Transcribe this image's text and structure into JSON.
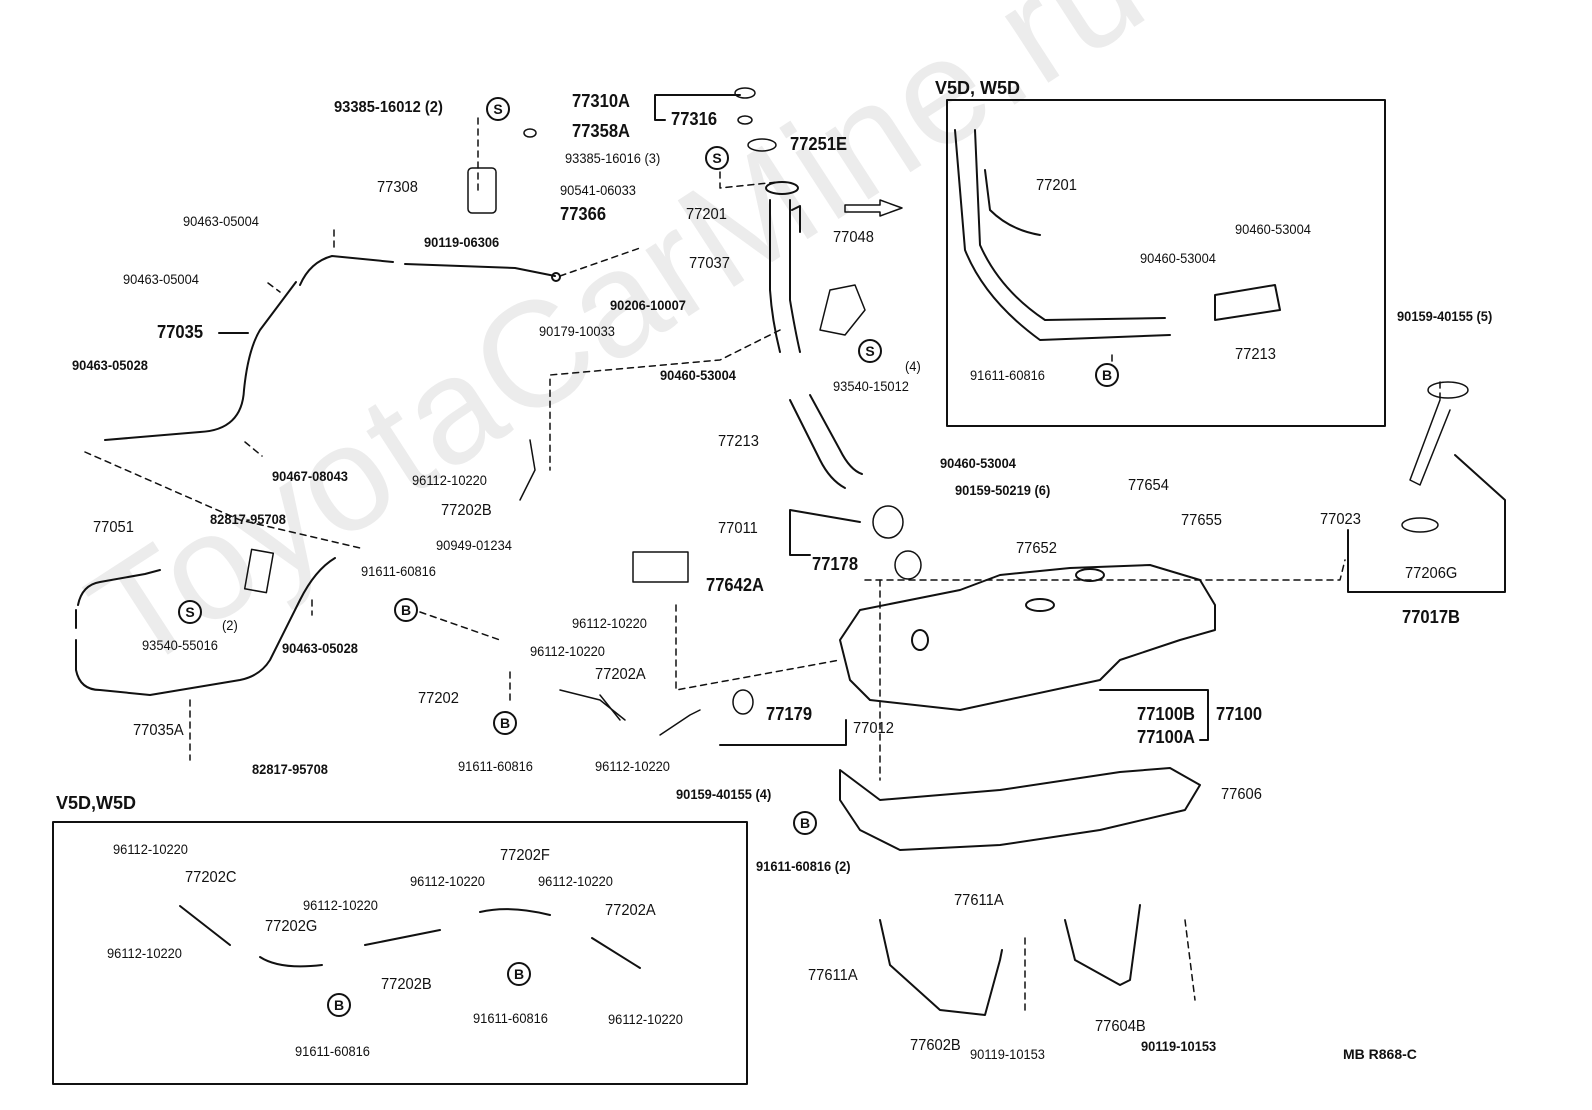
{
  "diagram": {
    "title_ref": "MB  R868-C",
    "watermark": "ToyotaCarMine.ru",
    "symbols": {
      "s": "S",
      "b": "B"
    },
    "inset_top_right": {
      "title": "V5D, W5D",
      "labels": [
        "77201",
        "90460-53004",
        "90460-53004",
        "77213",
        "91611-60816"
      ]
    },
    "inset_bottom_left": {
      "title": "V5D,W5D",
      "labels": [
        "96112-10220",
        "77202C",
        "96112-10220",
        "77202G",
        "96112-10220",
        "77202B",
        "96112-10220",
        "77202F",
        "96112-10220",
        "77202A",
        "96112-10220",
        "91611-60816",
        "91611-60816"
      ]
    },
    "main_labels": {
      "l93385_16012": "93385-16012 (2)",
      "l77358A": "77358A",
      "l77308": "77308",
      "l90541_06033": "90541-06033",
      "l77366": "77366",
      "l90119_06306": "90119-06306",
      "l77310A": "77310A",
      "l77316": "77316",
      "l77251E": "77251E",
      "l93385_16016": "93385-16016 (3)",
      "l77201": "77201",
      "l77048": "77048",
      "l77037": "77037",
      "l90206_10007": "90206-10007",
      "l90179_10033": "90179-10033",
      "l90463_05004a": "90463-05004",
      "l90463_05004b": "90463-05004",
      "l77035": "77035",
      "l90463_05028a": "90463-05028",
      "l90467_08043": "90467-08043",
      "l77051": "77051",
      "l82817_95708a": "82817-95708",
      "l93540_55016": "93540-55016",
      "l93540_55016_qty": "(2)",
      "l90463_05028b": "90463-05028",
      "l77035A": "77035A",
      "l82817_95708b": "82817-95708",
      "l90460_53004a": "90460-53004",
      "l93540_15012": "93540-15012",
      "l93540_15012_qty": "(4)",
      "l77213": "77213",
      "l90460_53004b": "90460-53004",
      "l90159_50219": "90159-50219 (6)",
      "l77011": "77011",
      "l77178": "77178",
      "l77652": "77652",
      "l77654": "77654",
      "l77655": "77655",
      "l77642A": "77642A",
      "l96112_10220a": "96112-10220",
      "l77202B": "77202B",
      "l90949_01234": "90949-01234",
      "l91611_60816a": "91611-60816",
      "l96112_10220b": "96112-10220",
      "l96112_10220c": "96112-10220",
      "l77202A": "77202A",
      "l77202": "77202",
      "l91611_60816b": "91611-60816",
      "l96112_10220d": "96112-10220",
      "l90159_40155a": "90159-40155 (4)",
      "l77179": "77179",
      "l77012": "77012",
      "l77100B": "77100B",
      "l77100": "77100",
      "l77100A": "77100A",
      "l77606": "77606",
      "l91611_60816c": "91611-60816 (2)",
      "l90159_40155b": "90159-40155 (5)",
      "l77023": "77023",
      "l77206G": "77206G",
      "l77017B": "77017B",
      "l77611Aa": "77611A",
      "l77611Ab": "77611A",
      "l77602B": "77602B",
      "l77604B": "77604B",
      "l90119_10153a": "90119-10153",
      "l90119_10153b": "90119-10153"
    }
  }
}
